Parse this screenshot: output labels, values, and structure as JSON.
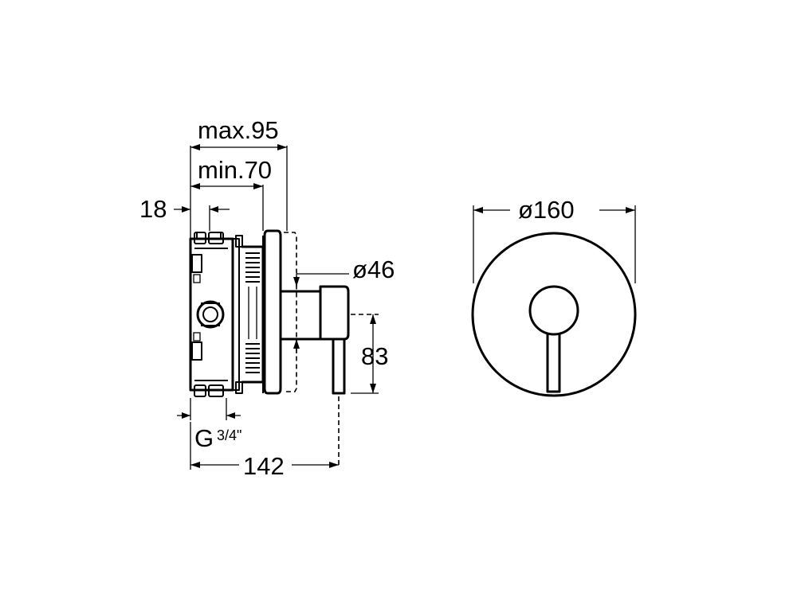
{
  "dimensions": {
    "max_depth": "max.95",
    "min_depth": "min.70",
    "offset": "18",
    "cover_diameter_side": "ø46",
    "handle_height": "83",
    "thread": "G",
    "thread_fraction": "3/4\"",
    "total_length": "142",
    "plate_diameter": "ø160"
  }
}
